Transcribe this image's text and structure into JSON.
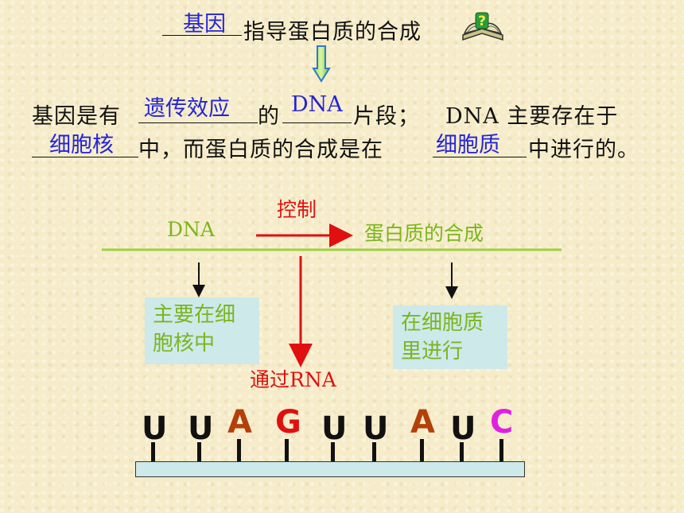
{
  "title": {
    "filled": "基因",
    "text": "指导蛋白质的合成"
  },
  "statement": {
    "part1": "基因是有",
    "fill1": "遗传效应",
    "part2": "的",
    "fill2": "DNA",
    "part3": "片段；",
    "part4": "DNA 主要存在于",
    "fill3": "细胞核",
    "part5": "中，而蛋白质的合成是在",
    "fill4": "细胞质",
    "part6": "中进行的。"
  },
  "diagram": {
    "left_label": "DNA",
    "control_label": "控制",
    "right_label": "蛋白质的合成",
    "left_box": [
      "主要在细",
      "胞核中"
    ],
    "right_box": [
      "在细胞质",
      "里进行"
    ],
    "via_label": "通过RNA"
  },
  "bases": [
    {
      "letter": "U",
      "color": "#111111"
    },
    {
      "letter": "U",
      "color": "#111111"
    },
    {
      "letter": "A",
      "color": "#b3400a"
    },
    {
      "letter": "G",
      "color": "#e01010"
    },
    {
      "letter": "U",
      "color": "#111111"
    },
    {
      "letter": "U",
      "color": "#111111"
    },
    {
      "letter": "A",
      "color": "#b3400a"
    },
    {
      "letter": "U",
      "color": "#111111"
    },
    {
      "letter": "C",
      "color": "#e020e0"
    }
  ],
  "colors": {
    "fill_text": "#2424d8",
    "green_text": "#7cb51e",
    "red_text": "#e01010",
    "box_bg": "#cde9ea",
    "strand": "#cde9ea"
  },
  "icons": [
    "book-question-icon",
    "down-arrow-icon"
  ]
}
